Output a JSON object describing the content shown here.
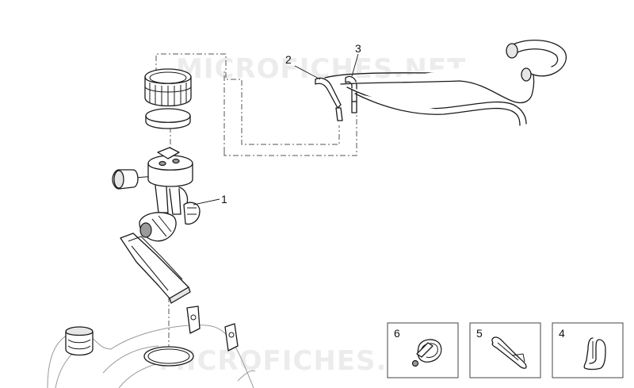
{
  "watermark": {
    "text_top": "MICROFICHES.NET",
    "text_bottom": "MICROFICHES.NET"
  },
  "callouts": {
    "fuel_pump": "1",
    "hose_2": "2",
    "hose_3": "3",
    "clip_4": "4",
    "clip_5": "5",
    "clamp_6": "6"
  }
}
